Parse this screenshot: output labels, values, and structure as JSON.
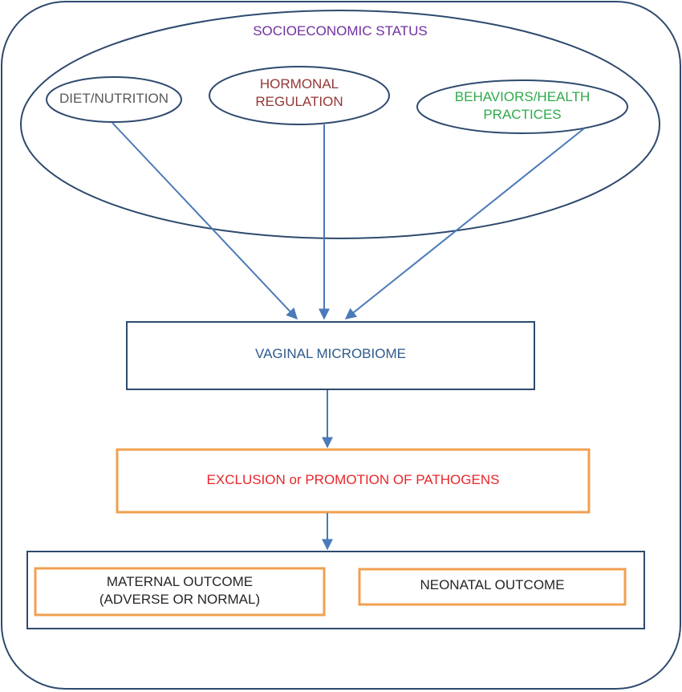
{
  "colors": {
    "frame": "#2e4a6e",
    "arrow": "#4a7ab8",
    "orange": "#f0a050",
    "ses": "#7030a0",
    "diet": "#595959",
    "hormonal": "#953735",
    "behaviors": "#2eaa4a",
    "vaginal": "#2e5a8c",
    "exclusion": "#e8262a",
    "outcome": "#262626"
  },
  "diagram": {
    "ses_label": "SOCIOECONOMIC STATUS",
    "diet_label": "DIET/NUTRITION",
    "hormonal_label": "HORMONAL\nREGULATION",
    "behaviors_label": "BEHAVIORS/HEALTH\nPRACTICES",
    "vaginal_label": "VAGINAL MICROBIOME",
    "exclusion_label": "EXCLUSION or PROMOTION OF PATHOGENS",
    "maternal_label": "MATERNAL OUTCOME\n(ADVERSE OR NORMAL)",
    "neonatal_label": "NEONATAL OUTCOME"
  }
}
